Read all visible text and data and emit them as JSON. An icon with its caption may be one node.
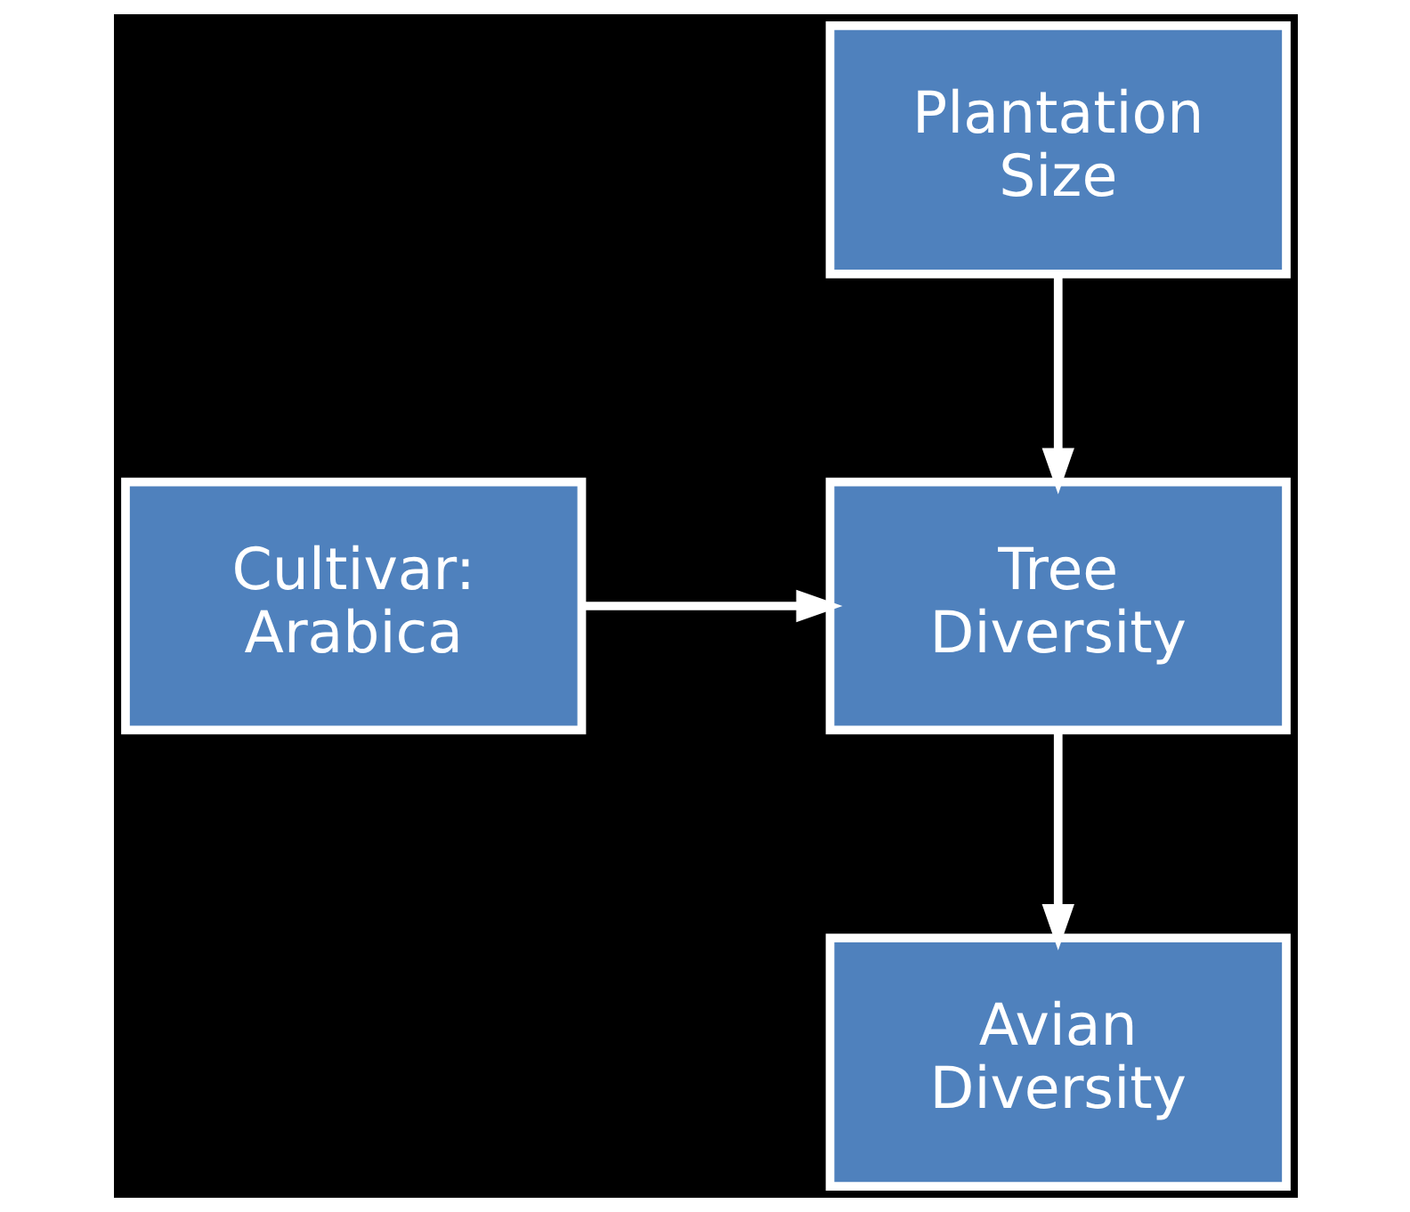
{
  "diagram": {
    "nodes": [
      {
        "text": [
          "Plantation Size"
        ]
      },
      {
        "text": [
          "Cultivar: Arabica"
        ]
      },
      {
        "text": [
          "Tree Diversity"
        ]
      },
      {
        "text": [
          "Avian Diversity"
        ]
      }
    ],
    "edges": [
      {
        "from": 0,
        "to": 2,
        "arrow": "to"
      },
      {
        "from": 1,
        "to": 2,
        "arrow": "to"
      },
      {
        "from": 2,
        "to": 3,
        "arrow": "to"
      }
    ]
  }
}
